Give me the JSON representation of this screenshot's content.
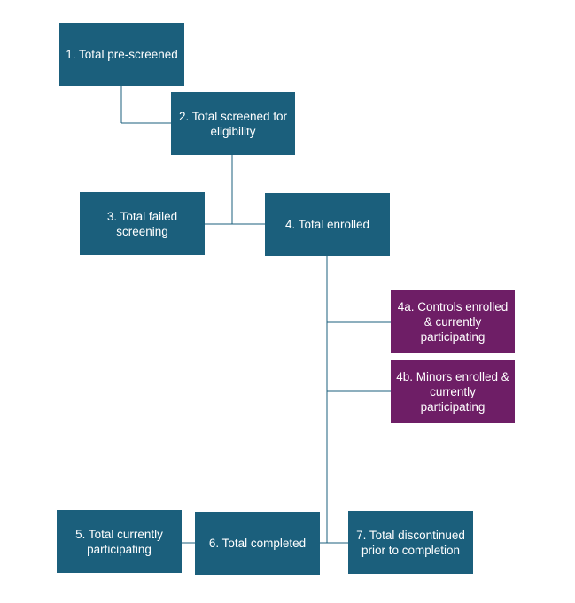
{
  "colors": {
    "primary_box": "#1b5f7c",
    "subgroup_box": "#6e1e66",
    "connector": "#1b5f7c",
    "text": "#ffffff"
  },
  "nodes": {
    "n1": "1. Total pre-screened",
    "n2": "2. Total screened for eligibility",
    "n3": "3. Total failed screening",
    "n4": "4. Total enrolled",
    "n4a": "4a. Controls enrolled & currently participating",
    "n4b": "4b. Minors enrolled & currently participating",
    "n5": "5. Total currently participating",
    "n6": "6. Total completed",
    "n7": "7. Total discontinued prior to completion"
  }
}
